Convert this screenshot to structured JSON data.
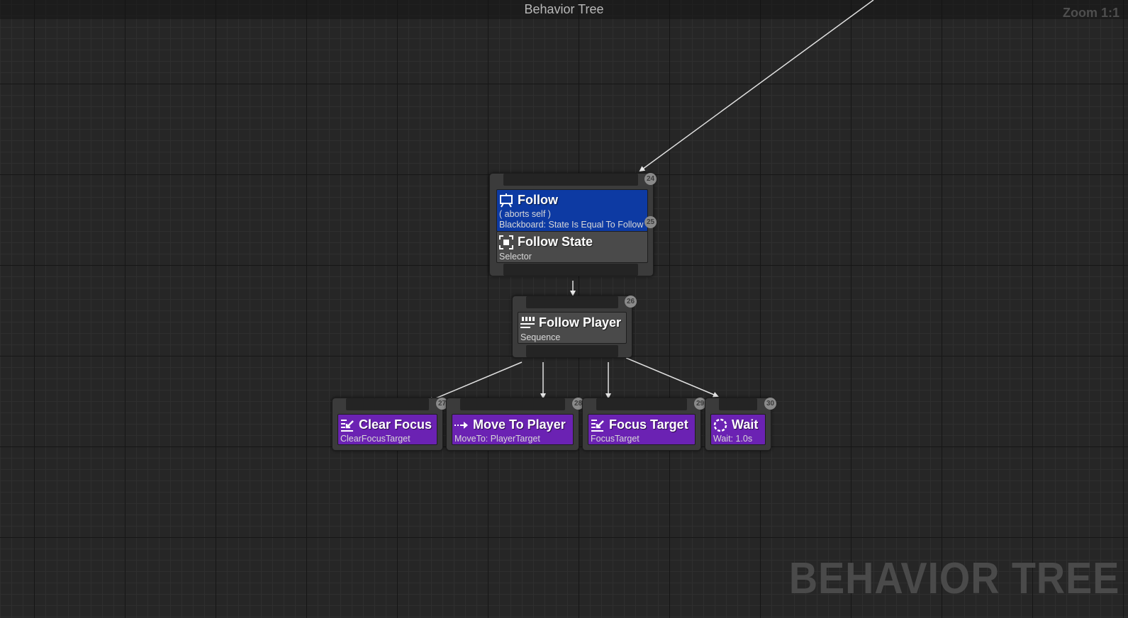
{
  "window": {
    "title": "Behavior Tree",
    "zoom": "Zoom 1:1",
    "watermark": "BEHAVIOR TREE"
  },
  "nodes": {
    "follow_state": {
      "index": "24",
      "decorator": {
        "title": "Follow",
        "aborts": "( aborts self )",
        "condition": "Blackboard: State Is Equal To Follow",
        "index": "25",
        "icon": "blackboard-monitor-icon"
      },
      "title": "Follow State",
      "subtitle": "Selector",
      "icon": "selector-icon"
    },
    "follow_player": {
      "index": "26",
      "title": "Follow Player",
      "subtitle": "Sequence",
      "icon": "sequence-icon"
    },
    "clear_focus": {
      "index": "27",
      "title": "Clear Focus",
      "subtitle": "ClearFocusTarget",
      "icon": "task-focus-icon"
    },
    "move_to_player": {
      "index": "28",
      "title": "Move To Player",
      "subtitle": "MoveTo: PlayerTarget",
      "icon": "move-arrow-icon"
    },
    "focus_target": {
      "index": "29",
      "title": "Focus Target",
      "subtitle": "FocusTarget",
      "icon": "task-focus-icon"
    },
    "wait": {
      "index": "30",
      "title": "Wait",
      "subtitle": "Wait: 1.0s",
      "icon": "wait-clock-icon"
    }
  },
  "colors": {
    "decorator": "#0d3aa3",
    "composite": "#4a4a4a",
    "task": "#6b22b3",
    "background": "#262626"
  }
}
